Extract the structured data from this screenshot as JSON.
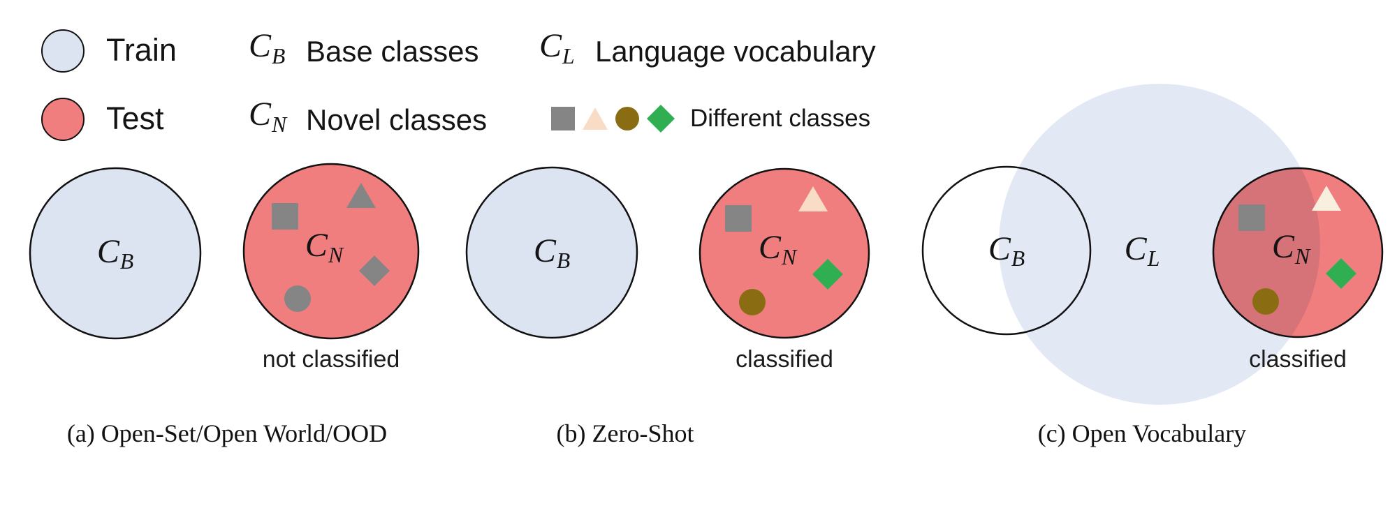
{
  "symbols": {
    "c": "C",
    "b": "B",
    "n": "N",
    "l": "L"
  },
  "legend": {
    "train_label": "Train",
    "test_label": "Test",
    "base_text": "Base classes",
    "novel_text": "Novel classes",
    "lang_text": "Language vocabulary",
    "diff_text": "Different classes"
  },
  "colors": {
    "train_fill": "#dce3f1",
    "test_fill": "#f07e7e",
    "outline": "#111111",
    "gray_class": "#858585",
    "peach_class": "#f8dcc5",
    "cream_class": "#f8efdf",
    "olive_class": "#8a6d13",
    "green_class": "#2fae52"
  },
  "panels": {
    "a": {
      "caption": "(a) Open-Set/Open World/OOD",
      "status": "not classified"
    },
    "b": {
      "caption": "(b) Zero-Shot",
      "status": "classified"
    },
    "c": {
      "caption": "(c) Open Vocabulary",
      "status": "classified"
    }
  }
}
